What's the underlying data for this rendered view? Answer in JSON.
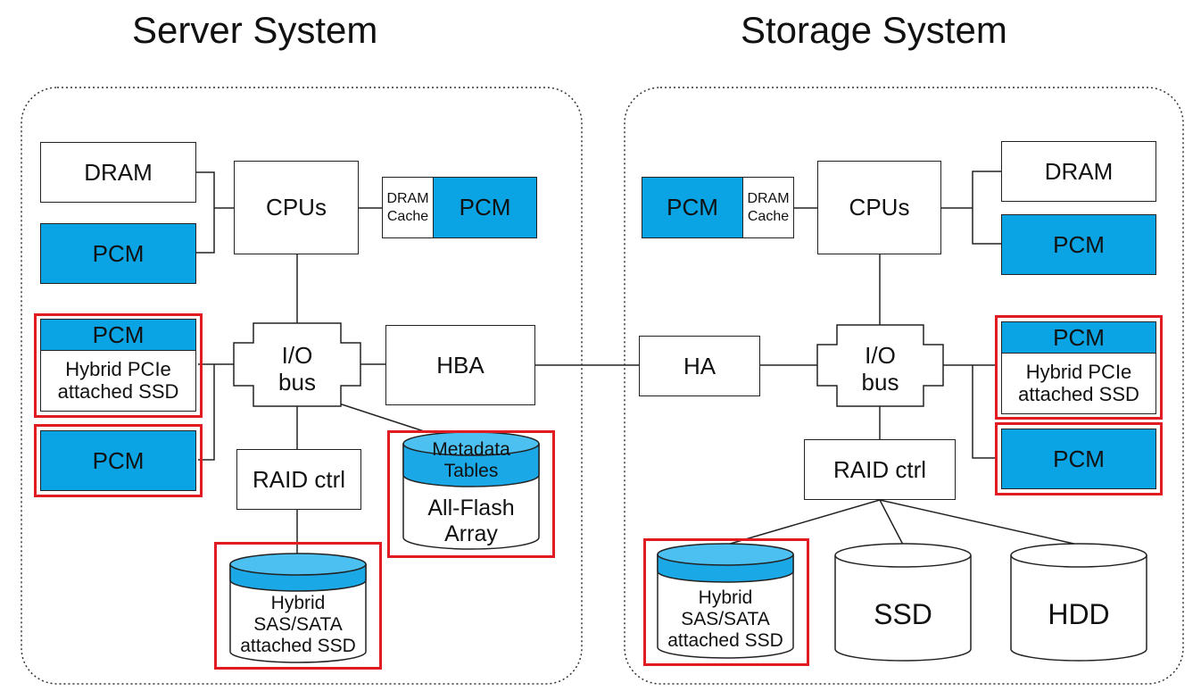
{
  "server": {
    "title": "Server System",
    "dram": "DRAM",
    "pcm": "PCM",
    "cpus": "CPUs",
    "dram_cache": "DRAM\nCache",
    "cache_pcm": "PCM",
    "pcie_pcm": "PCM",
    "pcie_label": "Hybrid PCIe\nattached SSD",
    "pcm2": "PCM",
    "io_bus": "I/O\nbus",
    "hba": "HBA",
    "raid": "RAID ctrl",
    "hybrid_ssd_label": "Hybrid\nSAS/SATA\nattached SSD",
    "meta_label": "Metadata\nTables",
    "flash_label": "All-Flash\nArray"
  },
  "storage": {
    "title": "Storage System",
    "dram": "DRAM",
    "pcm": "PCM",
    "cpus": "CPUs",
    "dram_cache": "DRAM\nCache",
    "cache_pcm": "PCM",
    "pcie_pcm": "PCM",
    "pcie_label": "Hybrid PCIe\nattached SSD",
    "pcm2": "PCM",
    "io_bus": "I/O\nbus",
    "ha": "HA",
    "raid": "RAID ctrl",
    "hybrid_ssd_label": "Hybrid\nSAS/SATA\nattached SSD",
    "ssd": "SSD",
    "hdd": "HDD"
  },
  "colors": {
    "pcm_fill": "#0aa3e3",
    "cylinder_top": "#1aa8e6",
    "highlight": "#e11b22"
  }
}
